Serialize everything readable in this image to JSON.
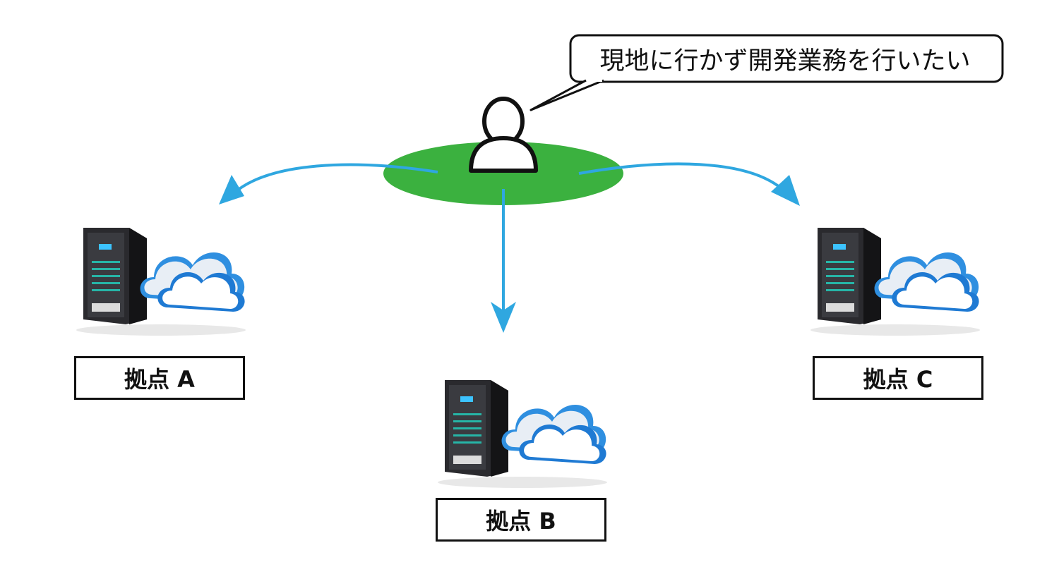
{
  "speech_bubble": {
    "text": "現地に行かず開発業務を行いたい"
  },
  "sites": [
    {
      "label": "拠点 A"
    },
    {
      "label": "拠点 B"
    },
    {
      "label": "拠点 C"
    }
  ],
  "colors": {
    "platform": "#3bb13f",
    "arrow": "#2fa7e0",
    "outline": "#111111",
    "cloud_blue": "#2f8fe0"
  },
  "icons": [
    "user-icon",
    "server-cloud-icon"
  ]
}
